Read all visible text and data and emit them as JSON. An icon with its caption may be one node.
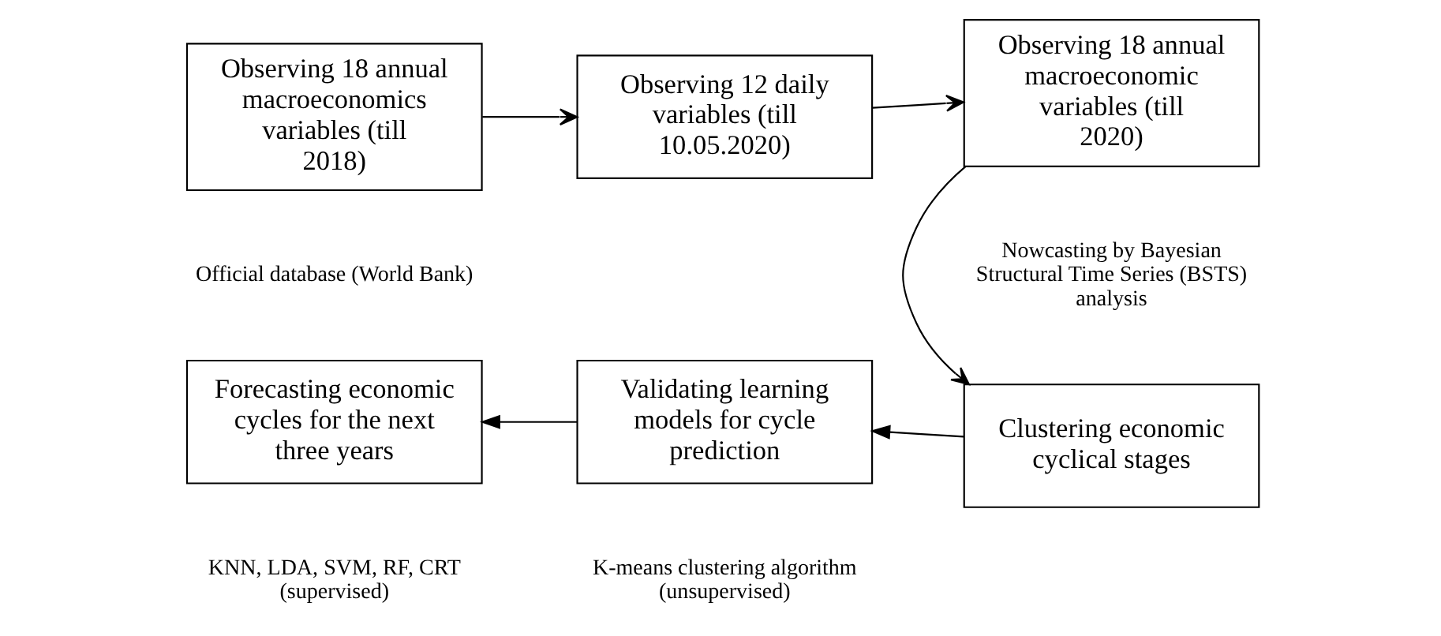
{
  "diagram": {
    "nodes": [
      {
        "text": [
          "Observing 18 annual macroeconomics variables (till 2018)"
        ]
      },
      {
        "text": [
          "Observing 12 daily variables (till 10.05.2020)"
        ]
      },
      {
        "text": [
          "Observing 18 annual macroeconomic variables (till 2020)"
        ]
      },
      {
        "text": [
          "Clustering economic cyclical stages"
        ]
      },
      {
        "text": [
          "Validating learning models for cycle prediction"
        ]
      },
      {
        "text": [
          "Forecasting economic cycles for the next three years"
        ]
      }
    ],
    "edges": [
      {
        "from": 0,
        "to": 1,
        "arrow": "to"
      },
      {
        "from": 1,
        "to": 2,
        "arrow": "to"
      },
      {
        "from": 2,
        "to": 3,
        "arrow": "to"
      },
      {
        "from": 3,
        "to": 4,
        "arrow": "to"
      },
      {
        "from": 4,
        "to": 5,
        "arrow": "to"
      }
    ],
    "labels": [
      "Official database (World Bank)",
      "Nowcasting by Bayesian Structural Time Series (BSTS) analysis",
      "KNN, LDA, SVM, RF, CRT (supervised)",
      "K-means clustering algorithm (unsupervised)"
    ]
  }
}
